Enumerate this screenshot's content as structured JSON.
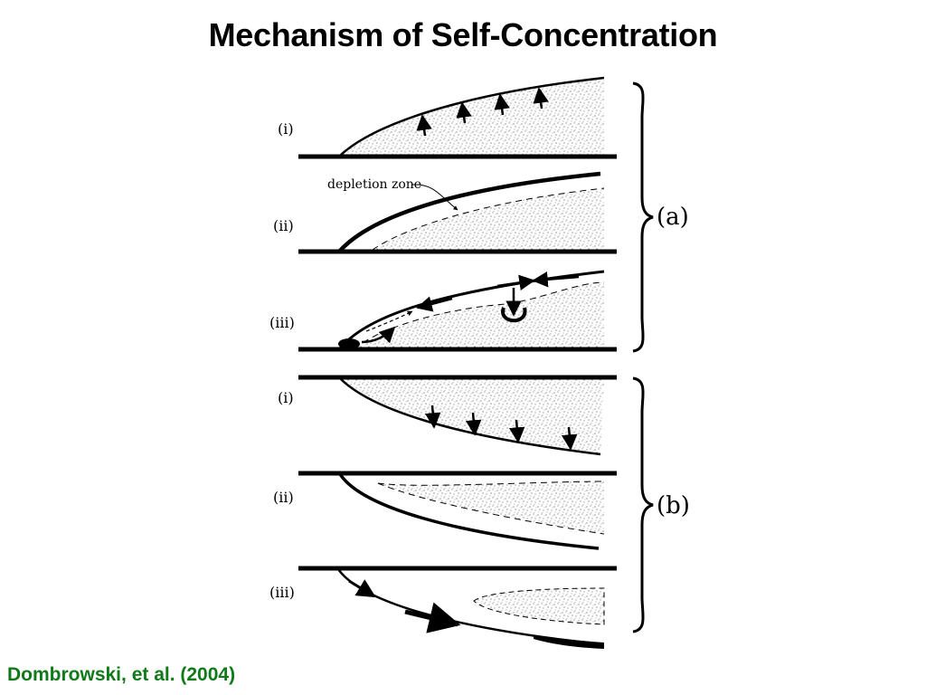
{
  "title": "Mechanism of Self-Concentration",
  "citation": "Dombrowski, et al. (2004)",
  "figure": {
    "panels": [
      {
        "group": "a",
        "label": "(i)"
      },
      {
        "group": "a",
        "label": "(ii)"
      },
      {
        "group": "a",
        "label": "(iii)"
      },
      {
        "group": "b",
        "label": "(i)"
      },
      {
        "group": "b",
        "label": "(ii)"
      },
      {
        "group": "b",
        "label": "(iii)"
      }
    ],
    "annotation": "depletion zone",
    "group_labels": {
      "a": "(a)",
      "b": "(b)"
    }
  },
  "colors": {
    "citation": "#0f7a17",
    "ink": "#000000",
    "stipple": "#1a1a1a"
  }
}
